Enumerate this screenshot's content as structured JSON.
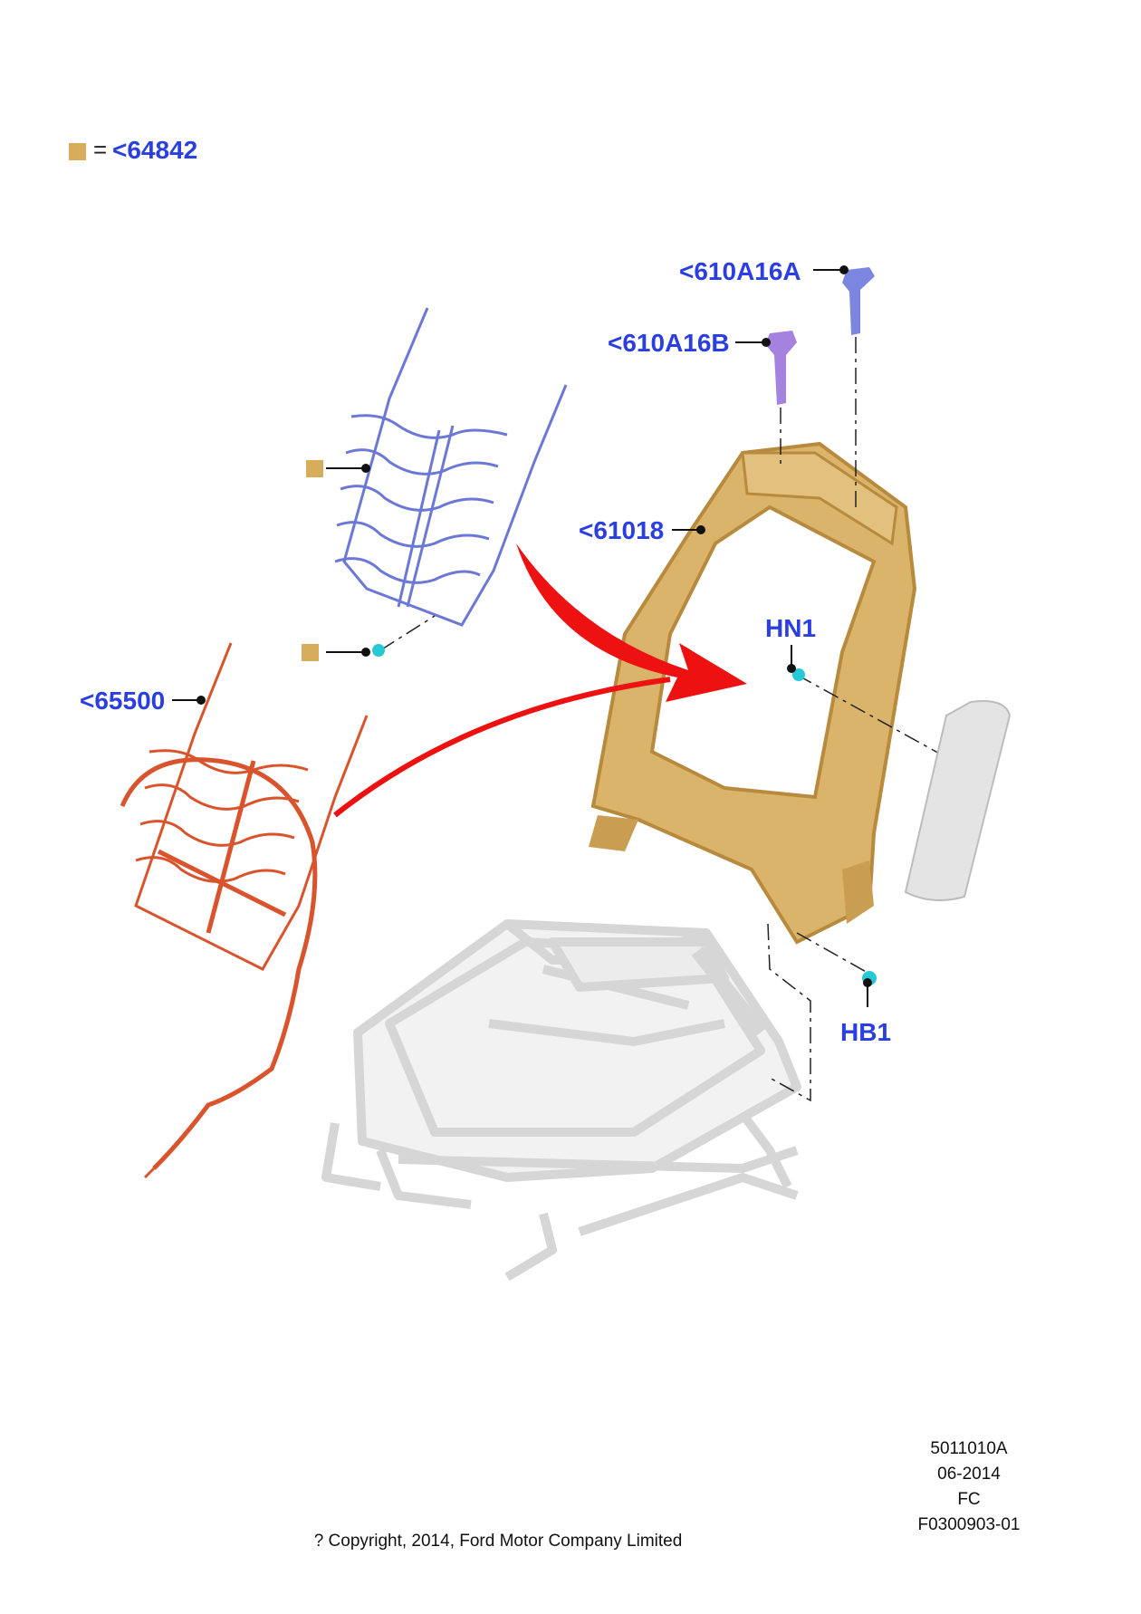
{
  "legend": {
    "equals": "=",
    "code": "<64842",
    "swatch_color": "#d7ad5c"
  },
  "callouts": {
    "bolt_a": "<610A16A",
    "bolt_b": "<610A16B",
    "frame": "<61018",
    "nut": "HN1",
    "mat_wired": "<65500",
    "bolt_bottom": "HB1"
  },
  "meta": {
    "ref": "5011010A",
    "date": "06-2014",
    "region": "FC",
    "figure": "F0300903-01",
    "copyright": "? Copyright, 2014, Ford Motor Company Limited"
  },
  "colors": {
    "label": "#2b3ee0",
    "frame": "#d9b46a",
    "frame_dark": "#b88a3e",
    "mat_blue": "#6b78d6",
    "mat_red": "#d9532c",
    "arrow": "#ee1111",
    "clip": "#27c9d6",
    "bolt_a": "#7b86e0",
    "bolt_b": "#a682e0",
    "ghost": "#d8d8d8"
  }
}
